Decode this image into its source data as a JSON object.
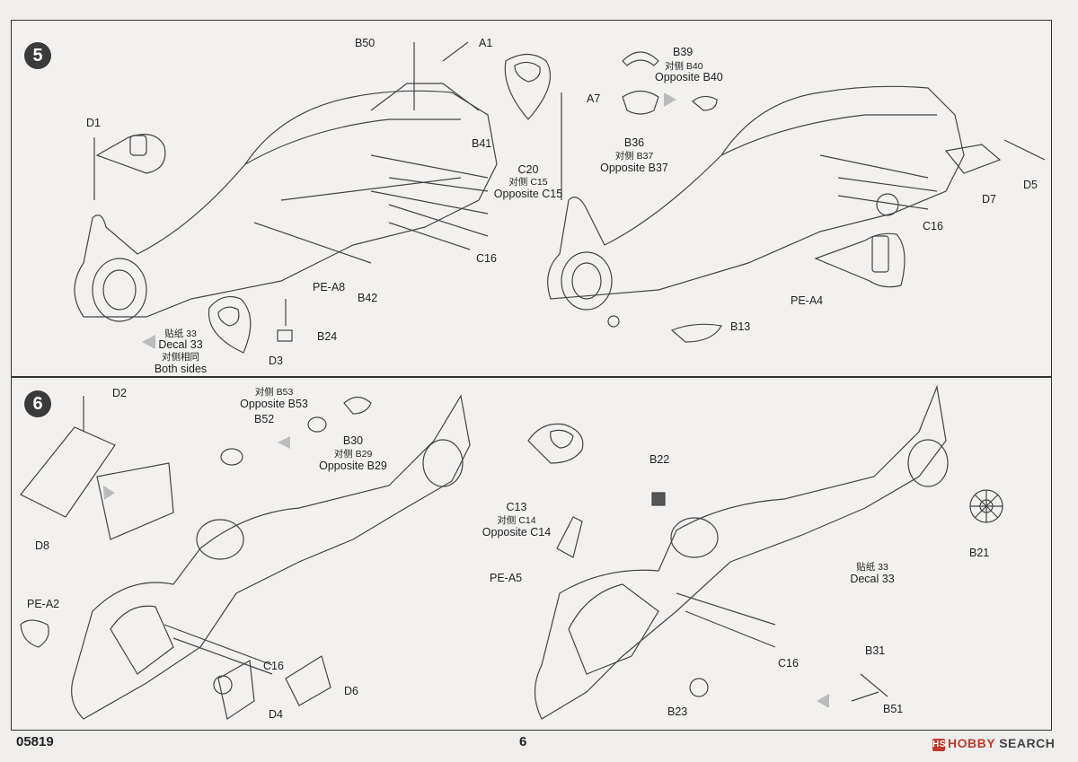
{
  "steps": {
    "step5": {
      "number": "5",
      "labels": {
        "b50": "B50",
        "a1": "A1",
        "d1": "D1",
        "b41": "B41",
        "c20": "C20",
        "c20_opp_cn": "对侧 C15",
        "c20_opp_en": "Opposite C15",
        "c16": "C16",
        "b42": "B42",
        "pe_a8": "PE-A8",
        "b24": "B24",
        "d3": "D3",
        "decal_cn": "贴纸 33",
        "decal_en": "Decal 33",
        "both_cn": "对侧相同",
        "both_en": "Both sides",
        "b39": "B39",
        "b39_opp_cn": "对侧 B40",
        "b39_opp_en": "Opposite B40",
        "a7": "A7",
        "b36": "B36",
        "b36_opp_cn": "对侧 B37",
        "b36_opp_en": "Opposite B37",
        "d7": "D7",
        "d5": "D5",
        "c16_right": "C16",
        "pe_a4": "PE-A4",
        "b13": "B13"
      }
    },
    "step6": {
      "number": "6",
      "labels": {
        "d2": "D2",
        "d8": "D8",
        "b53_opp_cn": "对侧 B53",
        "b53_opp_en": "Opposite B53",
        "b52": "B52",
        "b30": "B30",
        "b30_opp_cn": "对侧 B29",
        "b30_opp_en": "Opposite B29",
        "pe_a2": "PE-A2",
        "c16": "C16",
        "d6": "D6",
        "d4": "D4",
        "c13": "C13",
        "c13_opp_cn": "对侧 C14",
        "c13_opp_en": "Opposite C14",
        "pe_a5": "PE-A5",
        "b22": "B22",
        "decal_cn": "贴纸 33",
        "decal_en": "Decal 33",
        "b21": "B21",
        "c16_right": "C16",
        "b31": "B31",
        "b23": "B23",
        "b51": "B51"
      }
    }
  },
  "footer": {
    "model_number": "05819",
    "page_number": "6"
  },
  "watermark": {
    "logo_letters": "HS",
    "brand_part1": "HOBBY",
    "brand_part2": " SEARCH"
  }
}
